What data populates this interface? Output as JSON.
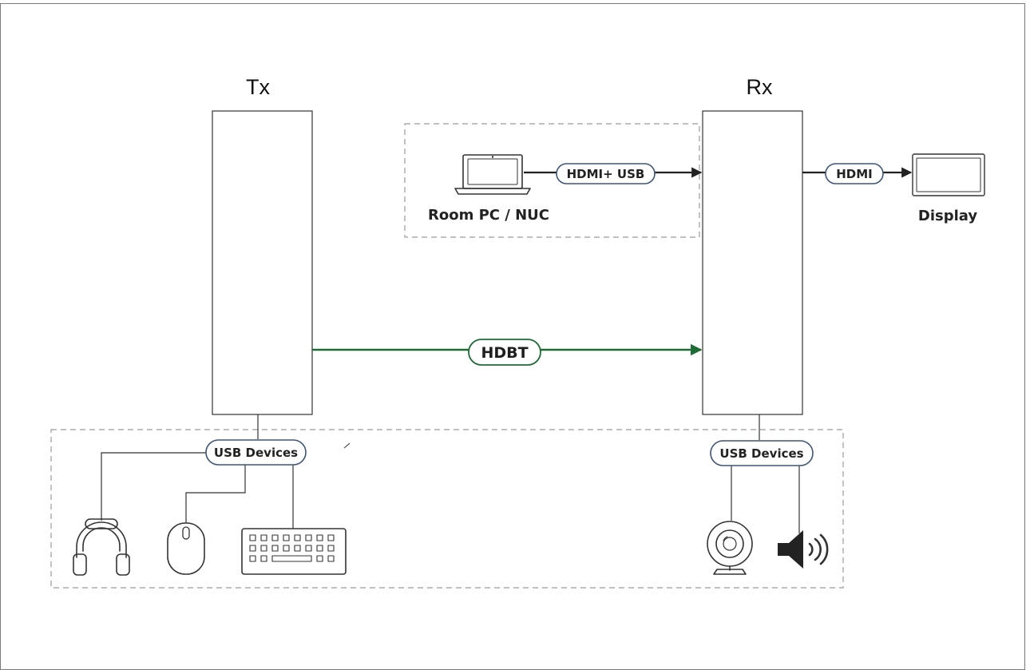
{
  "labels": {
    "tx": "Tx",
    "rx": "Rx",
    "room_pc": "Room PC / NUC",
    "display": "Display"
  },
  "connections": {
    "pc_to_rx": "HDMI+ USB",
    "rx_to_display": "HDMI",
    "tx_to_rx": "HDBT",
    "tx_usb": "USB Devices",
    "rx_usb": "USB Devices"
  },
  "colors": {
    "hdbt_line": "#1e6b35",
    "pill_border": "#3e5578",
    "box_border": "#333333",
    "dashed_group": "#9a9a9a"
  },
  "icons": {
    "tx_devices": [
      "headset-icon",
      "mouse-icon",
      "keyboard-icon"
    ],
    "rx_devices": [
      "webcam-icon",
      "speaker-icon"
    ],
    "source": "laptop-icon",
    "sink": "monitor-icon"
  }
}
